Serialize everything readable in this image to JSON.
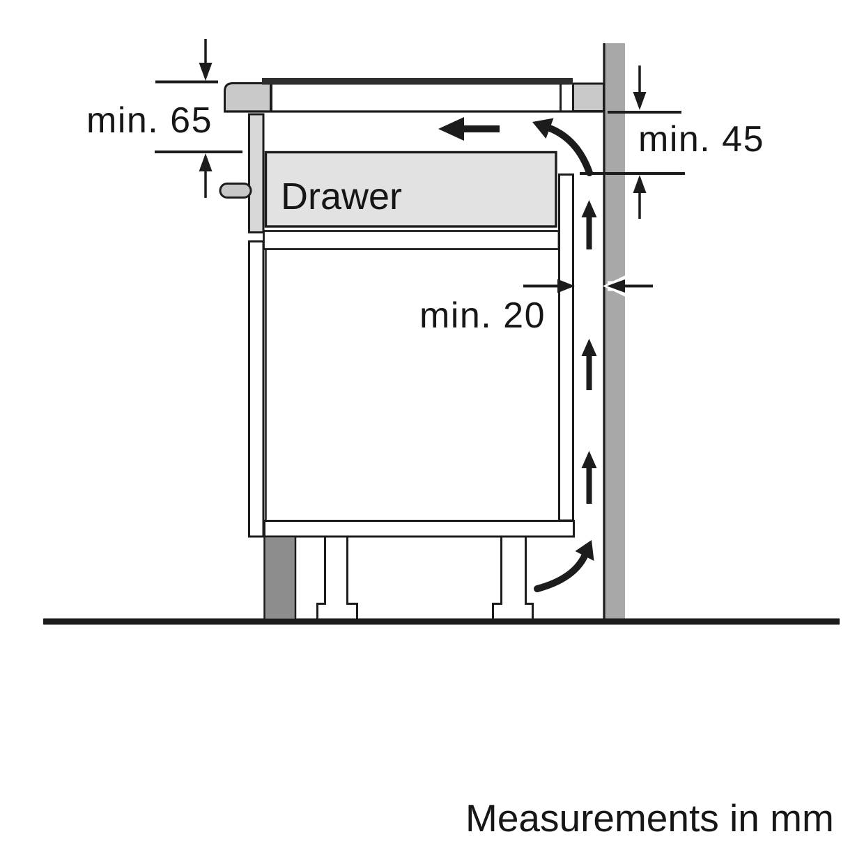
{
  "diagram": {
    "drawer_label": "Drawer",
    "dimensions": {
      "top_clearance": "min. 65",
      "right_clearance": "min. 45",
      "rear_gap": "min. 20"
    },
    "footer": "Measurements in mm",
    "colors": {
      "line": "#1c1c1c",
      "text": "#161616",
      "wall": "#a8a8a8",
      "worktop": "#c9c9c9",
      "hob_glass": "#2d2d2d",
      "front_panel": "#d7d7d7",
      "handle": "#c7c7c7",
      "drawer_box": "#e2e2e2",
      "plinth": "#8d8d8d"
    }
  }
}
